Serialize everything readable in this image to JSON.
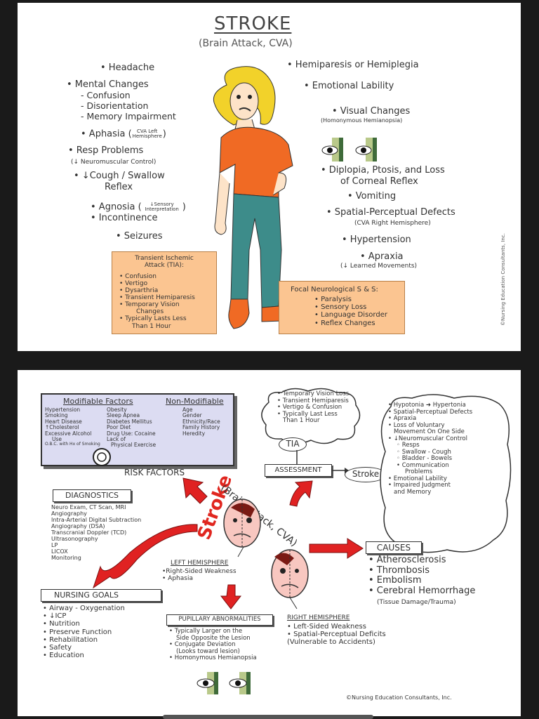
{
  "panel1": {
    "title": "STROKE",
    "subtitle": "(Brain Attack, CVA)",
    "left": {
      "headache": "• Headache",
      "mental": "• Mental Changes",
      "mental_subs": [
        "- Confusion",
        "- Disorientation",
        "- Memory Impairment"
      ],
      "aphasia": "• Aphasia (",
      "aphasia_note": "CVA Left Hemisphere",
      "resp": "• Resp Problems",
      "resp_note": "(↓ Neuromuscular Control)",
      "cough": "• ↓Cough / Swallow",
      "cough2": "Reflex",
      "agnosia": "• Agnosia (",
      "agnosia_note": "↓Sensory Interpretation",
      "incontinence": "• Incontinence",
      "seizures": "• Seizures"
    },
    "right": {
      "hemi": "• Hemiparesis or Hemiplegia",
      "emotional": "• Emotional Lability",
      "visual": "• Visual Changes",
      "visual_note": "(Homonymous Hemianopsia)",
      "diplopia": "• Diplopia, Ptosis, and Loss",
      "diplopia2": "of Corneal Reflex",
      "vomiting": "• Vomiting",
      "spatial": "• Spatial-Perceptual Defects",
      "spatial_note": "(CVA Right Hemisphere)",
      "hypertension": "• Hypertension",
      "apraxia": "• Apraxia",
      "apraxia_note": "(↓ Learned Movements)"
    },
    "tia_box": {
      "title": "Transient Ischemic Attack (TIA):",
      "items": [
        "• Confusion",
        "• Vertigo",
        "• Dysarthria",
        "• Transient Hemiparesis",
        "• Temporary Vision",
        "  Changes",
        "• Typically Lasts Less",
        "  Than 1 Hour"
      ]
    },
    "focal_box": {
      "title": "Focal Neurological S & S:",
      "items": [
        "• Paralysis",
        "• Sensory Loss",
        "• Language Disorder",
        "• Reflex Changes"
      ]
    },
    "copyright": "©Nursing Education Consultants, Inc."
  },
  "panel2": {
    "risk": {
      "mod_title": "Modifiable Factors",
      "nonmod_title": "Non-Modifiable",
      "col1": [
        "Hypertension",
        "Smoking",
        "Heart Disease",
        "↑Cholesterol",
        "Excessive Alcohol",
        "Use",
        "O.B.C. with Hx of Smoking"
      ],
      "col2": [
        "Obesity",
        "Sleep Apnea",
        "Diabetes Mellitus",
        "Poor Diet",
        "Drug Use: Cocaine",
        "Lack of",
        "Physical Exercise"
      ],
      "col3": [
        "Age",
        "Gender",
        "Ethnicity/Race",
        "Family History",
        "Heredity"
      ],
      "label": "RISK FACTORS"
    },
    "cloud": [
      "• Temporary Vision Loss",
      "• Transient Hemiparesis",
      "• Vertigo & Confusion",
      "• Typically Last Less",
      "  Than 1 Hour"
    ],
    "tia": "TIA",
    "assessment": "ASSESSMENT",
    "stroke_oval": "Stroke",
    "assess_cloud": [
      "• Hypotonia ➜ Hypertonia",
      "• Spatial-Perceptual Defects",
      "• Apraxia",
      "• Loss of Voluntary",
      "  Movement On One Side",
      "• ↓Neuromuscular Control",
      "   ◦ Resps",
      "   ◦ Swallow - Cough",
      "   ◦ Bladder - Bowels",
      "   • Communication",
      "     Problems",
      "• Emotional Lability",
      "• Impaired Judgment",
      "  and Memory"
    ],
    "diagnostics": {
      "title": "DIAGNOSTICS",
      "items": [
        "Neuro Exam, CT Scan, MRI",
        "Angiography",
        "Intra-Arterial Digital Subtraction",
        "   Angiography (DSA)",
        "Transcranial Doppler (TCD)",
        "   Ultrasonography",
        "LP",
        "LICOX",
        "   Monitoring"
      ]
    },
    "center": {
      "stroke": "Stroke",
      "brain_attack": "(Brain Attack, CVA)"
    },
    "left_hemi": {
      "title": "LEFT HEMISPHERE",
      "items": [
        "•Right-Sided Weakness",
        "• Aphasia"
      ]
    },
    "right_hemi": {
      "title": "RIGHT HEMISPHERE",
      "items": [
        "• Left-Sided Weakness",
        "• Spatial-Perceptual Deficits",
        "  (Vulnerable to Accidents)"
      ]
    },
    "causes": {
      "title": "CAUSES",
      "items": [
        "• Atherosclerosis",
        "• Thrombosis",
        "• Embolism",
        "• Cerebral Hemorrhage"
      ],
      "note": "(Tissue Damage/Trauma)"
    },
    "nursing": {
      "title": "NURSING GOALS",
      "items": [
        "• Airway - Oxygenation",
        "• ↓ICP",
        "• Nutrition",
        "• Preserve Function",
        "• Rehabilitation",
        "• Safety",
        "• Education"
      ]
    },
    "pupillary": {
      "title": "PUPILLARY ABNORMALITIES",
      "items": [
        "• Typically Larger on the",
        "  Side Opposite the Lesion",
        "• Conjugate Deviation",
        "  (Looks toward lesion)",
        "• Homonymous Hemianopsia"
      ]
    },
    "footer": "©Nursing Education Consultants, Inc."
  },
  "colors": {
    "orange_box": "#fbc591",
    "lavender_box": "#dcdcf2",
    "red_arrow": "#e02222",
    "stroke_red": "#e0261f",
    "shirt": "#f06a24",
    "pants": "#3d8c8a",
    "hair": "#f2d22a"
  }
}
